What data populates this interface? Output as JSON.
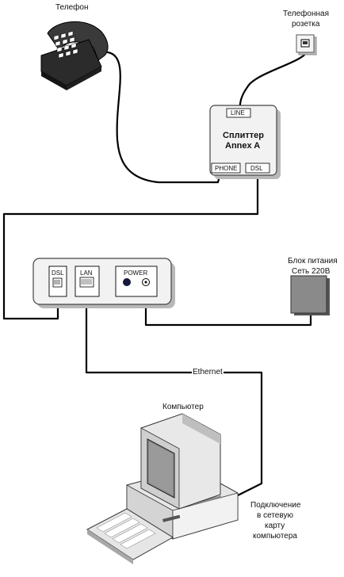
{
  "labels": {
    "phone": "Телефон",
    "wall_socket_line1": "Телефонная",
    "wall_socket_line2": "розетка",
    "splitter_line1": "Сплиттер",
    "splitter_line2": "Annex A",
    "port_line": "LINE",
    "port_phone": "PHONE",
    "port_dsl_splitter": "DSL",
    "modem_port_dsl": "DSL",
    "modem_port_lan": "LAN",
    "modem_port_power": "POWER",
    "psu_line1": "Блок питания",
    "psu_line2": "Сеть 220В",
    "ethernet": "Ethernet",
    "computer": "Компьютер",
    "nic_line1": "Подключение",
    "nic_line2": "в сетевую",
    "nic_line3": "карту",
    "nic_line4": "компьютера"
  },
  "colors": {
    "line": "#000000",
    "device_fill": "#f2f2f2",
    "device_shadow": "#b8b8b8",
    "psu_fill": "#8a8a8a",
    "phone_body": "#2b2b2b",
    "monitor_body": "#e6e6e6"
  }
}
